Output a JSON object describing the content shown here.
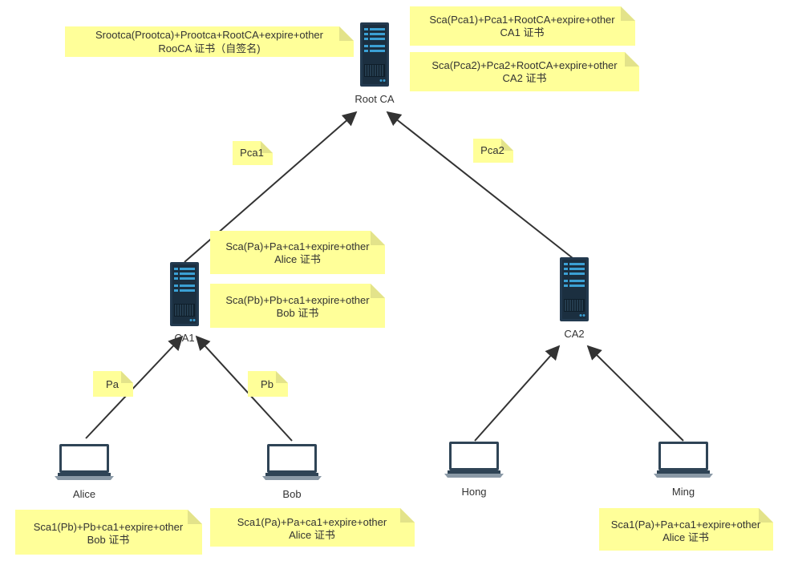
{
  "colors": {
    "note": "#ffff99",
    "note_fold": "#e3e38a",
    "server": "#233a4f",
    "server_accent": "#3ba0d4",
    "laptop": "#2f4456",
    "laptop_screen": "#ffffff",
    "edge": "#333333"
  },
  "nodes": {
    "root": "Root CA",
    "ca1": "CA1",
    "ca2": "CA2",
    "alice": "Alice",
    "bob": "Bob",
    "hong": "Hong",
    "ming": "Ming"
  },
  "edge_labels": {
    "pca1": "Pca1",
    "pca2": "Pca2",
    "pa": "Pa",
    "pb": "Pb"
  },
  "notes": {
    "root_cert": {
      "line1": "Srootca(Prootca)+Prootca+RootCA+expire+other",
      "line2": "RooCA 证书（自签名)"
    },
    "ca1_cert": {
      "line1": "Sca(Pca1)+Pca1+RootCA+expire+other",
      "line2": "CA1  证书"
    },
    "ca2_cert": {
      "line1": "Sca(Pca2)+Pca2+RootCA+expire+other",
      "line2": "CA2  证书"
    },
    "alice_cert_ca1": {
      "line1": "Sca(Pa)+Pa+ca1+expire+other",
      "line2": "Alice 证书"
    },
    "bob_cert_ca1": {
      "line1": "Sca(Pb)+Pb+ca1+expire+other",
      "line2": "Bob 证书"
    },
    "alice_holds": {
      "line1": "Sca1(Pb)+Pb+ca1+expire+other",
      "line2": "Bob 证书"
    },
    "bob_holds": {
      "line1": "Sca1(Pa)+Pa+ca1+expire+other",
      "line2": "Alice 证书"
    },
    "ming_holds": {
      "line1": "Sca1(Pa)+Pa+ca1+expire+other",
      "line2": "Alice 证书"
    }
  }
}
